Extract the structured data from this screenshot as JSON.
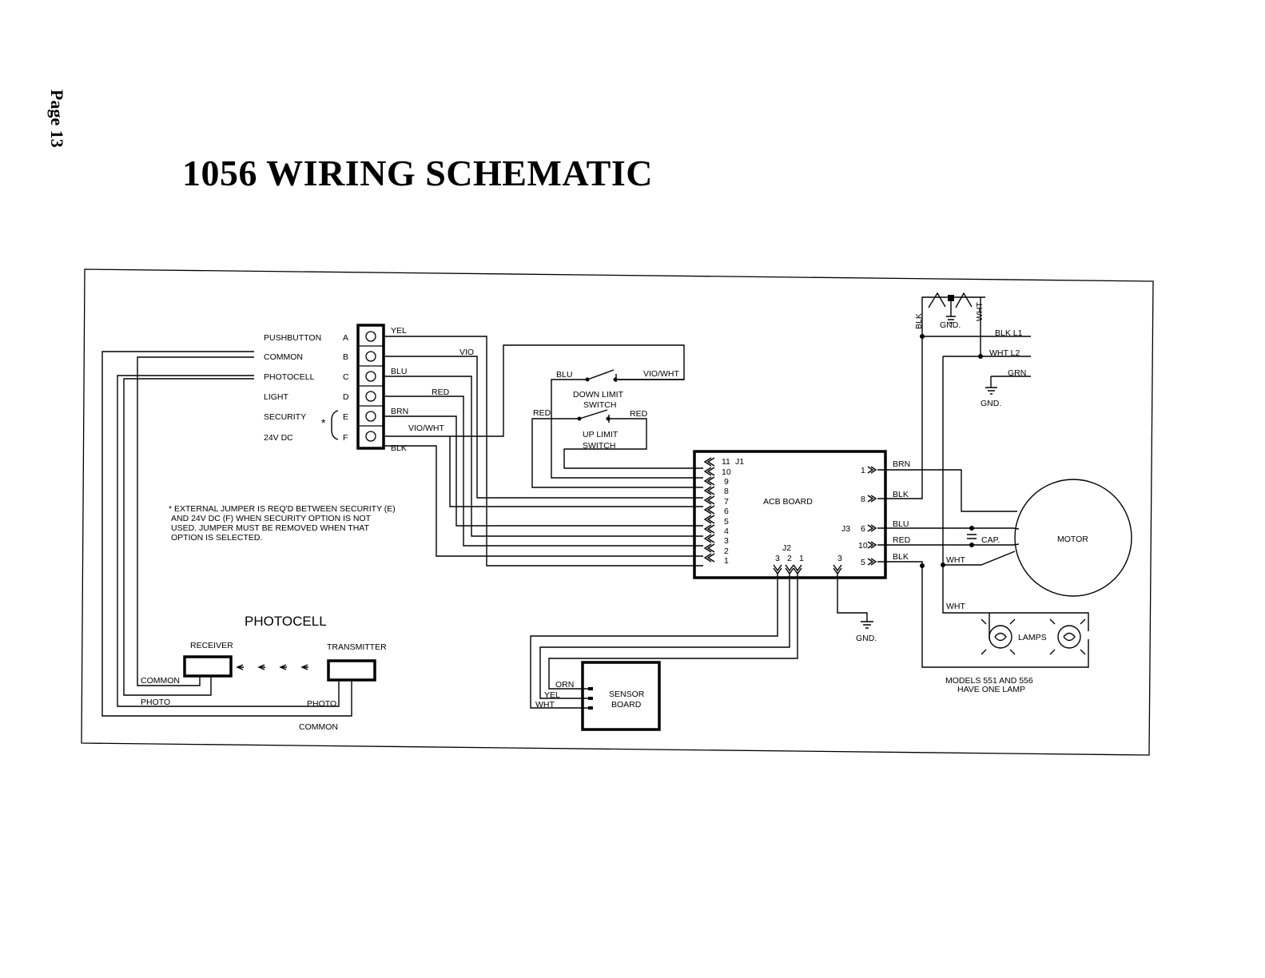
{
  "page_label": "Page 13",
  "title": "1056  WIRING SCHEMATIC",
  "terminal_strip": {
    "rows": [
      {
        "name": "PUSHBUTTON",
        "letter": "A",
        "wire": "YEL"
      },
      {
        "name": "COMMON",
        "letter": "B",
        "wire": "VIO"
      },
      {
        "name": "PHOTOCELL",
        "letter": "C",
        "wire": "BLU"
      },
      {
        "name": "LIGHT",
        "letter": "D",
        "wire": "RED"
      },
      {
        "name": "SECURITY",
        "letter": "E",
        "wire": "BRN"
      },
      {
        "name": "24V DC",
        "letter": "F",
        "wire": "VIO/WHT"
      }
    ],
    "extra_wire": "BLK",
    "asterisk": "*"
  },
  "note": [
    "* EXTERNAL JUMPER IS REQ'D BETWEEN SECURITY (E)",
    "AND 24V DC (F) WHEN SECURITY OPTION IS NOT",
    "USED.  JUMPER MUST BE REMOVED WHEN THAT",
    "OPTION IS SELECTED."
  ],
  "limit_switches": {
    "down": {
      "label_1": "DOWN LIMIT",
      "label_2": "SWITCH",
      "left_wire": "BLU",
      "right_wire": "VIO/WHT"
    },
    "up": {
      "label_1": "UP LIMIT",
      "label_2": "SWITCH",
      "left_wire": "RED",
      "right_wire": "RED"
    }
  },
  "acb_board": {
    "label": "ACB BOARD",
    "j1_label": "J1",
    "j1_pins": [
      "11",
      "10",
      "9",
      "8",
      "7",
      "6",
      "5",
      "4",
      "3",
      "2",
      "1"
    ],
    "j2_label": "J2",
    "j2_pins": [
      "3",
      "2",
      "1"
    ],
    "j2b_pin": "3",
    "j3_label": "J3",
    "j3_pins": [
      "1",
      "8",
      "6",
      "10",
      "5"
    ],
    "j3_wires": [
      "BRN",
      "BLK",
      "BLU",
      "RED",
      "BLK"
    ]
  },
  "power": {
    "left_wire": "BLK",
    "right_wire": "WHT",
    "gnd": "GND.",
    "l1": "BLK  L1",
    "l2": "WHT  L2",
    "grn": "GRN",
    "gnd2": "GND."
  },
  "motor": {
    "label": "MOTOR",
    "cap": "CAP.",
    "wht_1": "WHT",
    "wht_2": "WHT"
  },
  "lamps": {
    "label": "LAMPS",
    "note_1": "MODELS 551 AND 556",
    "note_2": "HAVE ONE LAMP"
  },
  "j2_gnd": "GND.",
  "photocell": {
    "title": "PHOTOCELL",
    "receiver": "RECEIVER",
    "transmitter": "TRANSMITTER",
    "common_1": "COMMON",
    "photo_1": "PHOTO",
    "photo_2": "PHOTO",
    "common_2": "COMMON"
  },
  "sensor_board": {
    "label_1": "SENSOR",
    "label_2": "BOARD",
    "wires": [
      "ORN",
      "YEL",
      "WHT"
    ]
  }
}
